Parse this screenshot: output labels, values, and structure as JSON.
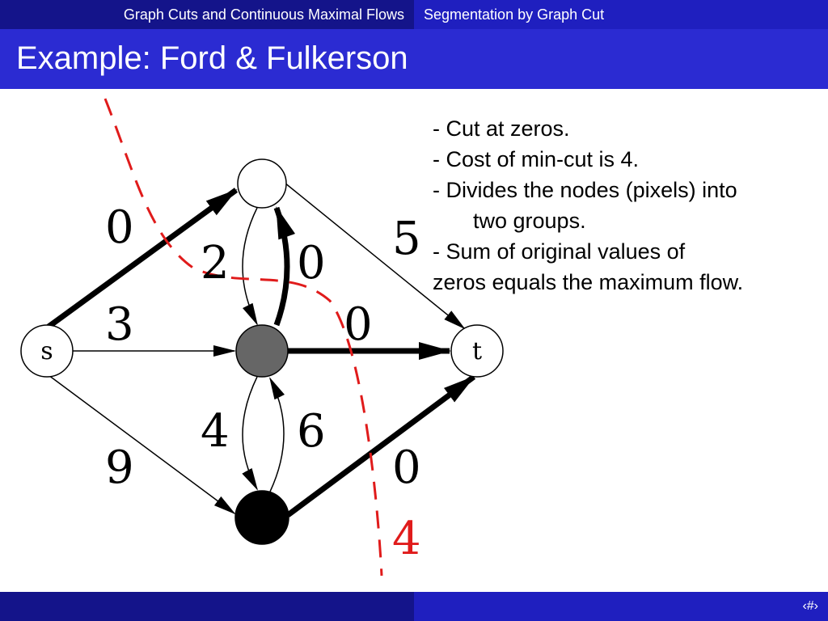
{
  "header": {
    "section": "Graph Cuts and Continuous Maximal Flows",
    "subsection": "Segmentation by Graph Cut"
  },
  "slide": {
    "title": "Example: Ford & Fulkerson"
  },
  "diagram": {
    "nodes": {
      "s": "s",
      "t": "t"
    },
    "edge_labels": {
      "s_top": "0",
      "top_mid": "2",
      "mid_top": "0",
      "top_t": "5",
      "s_mid": "3",
      "mid_t": "0",
      "mid_bottom": "4",
      "bottom_mid": "6",
      "s_bottom": "9",
      "bottom_t": "0",
      "cut_value": "4"
    },
    "colors": {
      "cut_line": "#e01b1b",
      "header_dark": "#14148a",
      "header_light": "#1f1fbf",
      "title_bar": "#2b2bd2",
      "middle_node": "#666666",
      "bottom_node": "#000000"
    }
  },
  "notes": [
    "- Cut at zeros.",
    "- Cost of min-cut is 4.",
    "- Divides the nodes (pixels) into",
    "two groups.",
    "- Sum of original values of",
    "zeros equals the maximum flow."
  ],
  "footer": {
    "page_marker": "‹#›"
  }
}
